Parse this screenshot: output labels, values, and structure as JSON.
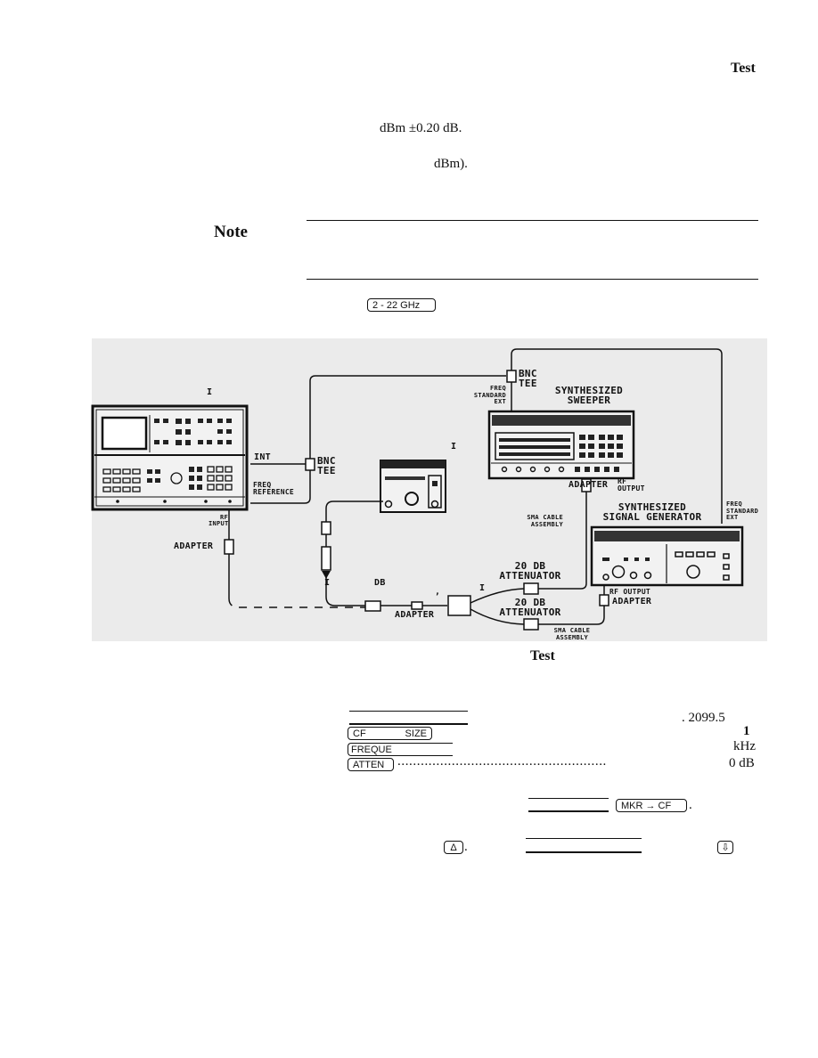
{
  "header": {
    "running_head": "Test"
  },
  "body": {
    "line1": "dBm ±0.20 dB.",
    "line2": "dBm)."
  },
  "note": {
    "label": "Note"
  },
  "band_key": "2 - 22 GHz",
  "figure": {
    "caption": "Test",
    "labels": {
      "bnc_tee_top": [
        "BNC",
        "TEE"
      ],
      "freq_standard_ext_left": [
        "FREQ",
        "STANDARD",
        "EXT"
      ],
      "synthesized_sweeper": [
        "SYNTHESIZED",
        "SWEEPER"
      ],
      "int": "INT",
      "bnc_tee_left": [
        "BNC",
        "TEE"
      ],
      "freq_reference": [
        "FREQ",
        "REFERENCE"
      ],
      "adapter_sweeper": "ADAPTER",
      "rf_output_sweeper": [
        "RF",
        "OUTPUT"
      ],
      "sma_cable_assembly_top": [
        "SMA CABLE",
        "ASSEMBLY"
      ],
      "synthesized_signal_generator": [
        "SYNTHESIZED",
        "SIGNAL GENERATOR"
      ],
      "freq_standard_ext_right": [
        "FREQ",
        "STANDARD",
        "EXT"
      ],
      "rf_input": [
        "RF",
        "INPUT"
      ],
      "adapter_left": "ADAPTER",
      "db": "DB",
      "attenuator_top": [
        "20 DB",
        "ATTENUATOR"
      ],
      "attenuator_bottom": [
        "20 DB",
        "ATTENUATOR"
      ],
      "rf_output_gen": "RF OUTPUT",
      "adapter_gen": "ADAPTER",
      "adapter_bottom": "ADAPTER",
      "sma_cable_assembly_bottom": [
        "SMA CABLE",
        "ASSEMBLY"
      ],
      "tick_marks": [
        "I",
        "I",
        ",",
        "I",
        "I"
      ]
    }
  },
  "settings": {
    "value1": ". 2099.5",
    "key_cf": "CF",
    "key_cf_suffix": "SIZE",
    "value2": "1",
    "key_freq": "FREQUE",
    "value3": "kHz",
    "key_atten": "ATTEN",
    "dots": "......................................................",
    "value4": "0 dB"
  },
  "steps": {
    "key_mkr_cf": "MKR → CF",
    "after_mkr": ".",
    "key_delta": "Δ",
    "after_delta": ".",
    "key_down": "⇩"
  }
}
